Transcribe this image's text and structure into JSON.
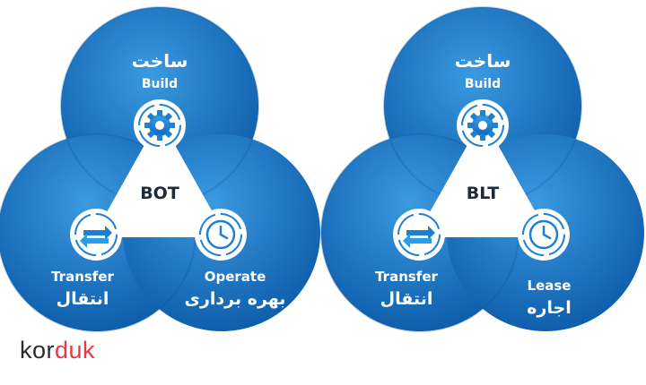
{
  "colors": {
    "circle_light": "#2f8fd6",
    "circle_dark": "#0d5fae",
    "triangle": "#ffffff",
    "icon": "#1f7fd0",
    "text_dark": "#1d2b3a",
    "logo_dark": "#2b2b2b",
    "logo_accent": "#e63946"
  },
  "diagrams": [
    {
      "center": "BOT",
      "build": {
        "fa": "ساخت",
        "en": "Build"
      },
      "transfer": {
        "en": "Transfer",
        "fa": "انتقال"
      },
      "third": {
        "en": "Operate",
        "fa": "بهره برداری"
      }
    },
    {
      "center": "BLT",
      "build": {
        "fa": "ساخت",
        "en": "Build"
      },
      "transfer": {
        "en": "Transfer",
        "fa": "انتقال"
      },
      "third": {
        "en": "Lease",
        "fa": "اجاره"
      }
    }
  ],
  "icons": {
    "build": "gear-cycle-icon",
    "transfer": "transfer-arrows-icon",
    "third": "clock-cycle-icon"
  },
  "logo": {
    "part1": "kor",
    "part2": "duk"
  }
}
